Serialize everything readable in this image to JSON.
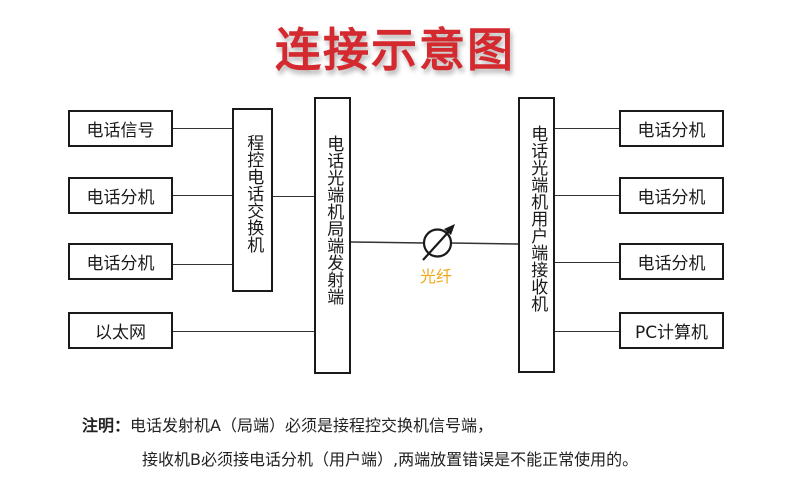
{
  "title": "连接示意图",
  "left": {
    "inputs": [
      "电话信号",
      "电话分机",
      "电话分机"
    ],
    "ethernet": "以太网",
    "pbx": "程控电话交换机",
    "transmitter": "电话光端机局端发射端"
  },
  "link": {
    "label": "光纤",
    "icon": "fiber-optic-icon",
    "label_color": "#f0a818"
  },
  "right": {
    "receiver": "电话光端机用户端接收机",
    "outputs": [
      "电话分机",
      "电话分机",
      "电话分机",
      "PC计算机"
    ]
  },
  "note": {
    "label": "注明：",
    "line1": "电话发射机A（局端）必须是接程控交换机信号端，",
    "line2": "接收机B必须接电话分机（用户端）,两端放置错误是不能正常使用的。"
  },
  "colors": {
    "title": "#d42a2f",
    "line": "#1a1a1a"
  }
}
